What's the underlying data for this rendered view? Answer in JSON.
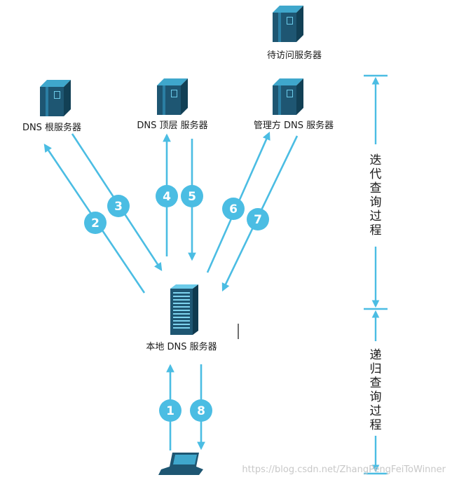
{
  "servers": {
    "target_label": "待访问服务器",
    "root_label": "DNS  根服务器",
    "tld_label": "DNS  顶层  服务器",
    "auth_label": "管理方  DNS  服务器",
    "local_label": "本地  DNS  服务器"
  },
  "steps": {
    "s1": "1",
    "s2": "2",
    "s3": "3",
    "s4": "4",
    "s5": "5",
    "s6": "6",
    "s7": "7",
    "s8": "8"
  },
  "brackets": {
    "iterative": [
      "迭",
      "代",
      "查",
      "询",
      "过",
      "程"
    ],
    "recursive": [
      "递",
      "归",
      "查",
      "询",
      "过",
      "程"
    ]
  },
  "watermark": "https://blog.csdn.net/ZhangPengFeiToWinner",
  "colors": {
    "accent": "#4bbde3",
    "server_dark": "#1e5672",
    "server_light": "#3fa7cc"
  }
}
